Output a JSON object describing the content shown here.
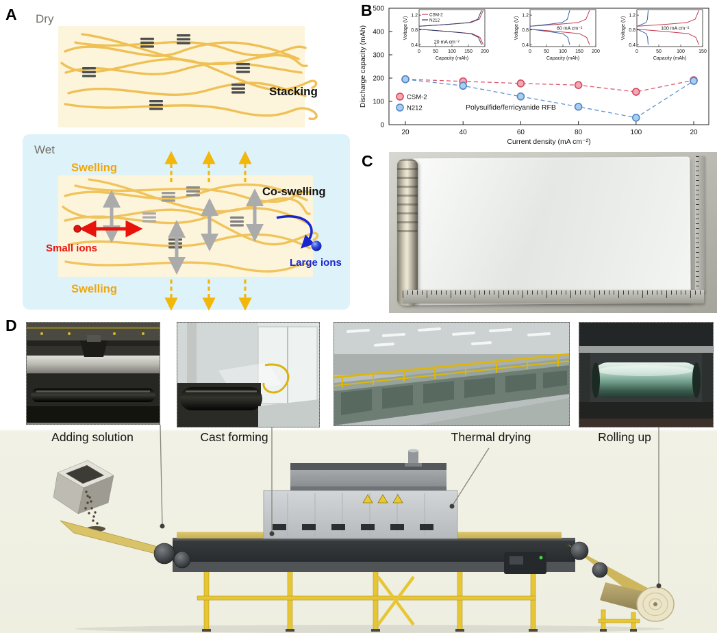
{
  "figure": {
    "panel_a": {
      "label": "A",
      "dry": "Dry",
      "wet": "Wet",
      "stacking": "Stacking",
      "swelling_top": "Swelling",
      "co_swelling": "Co-swelling",
      "small_ions": "Small ions",
      "large_ions": "Large ions",
      "swelling_bottom": "Swelling"
    },
    "panel_b": {
      "label": "B"
    },
    "panel_c": {
      "label": "C"
    },
    "panel_d": {
      "label": "D",
      "steps": [
        "Adding solution",
        "Cast forming",
        "Thermal drying",
        "Rolling up"
      ]
    }
  },
  "chart_data": {
    "type": "scatter",
    "xlabel": "Current density (mA cm⁻²)",
    "ylabel": "Discharge capacity (mAh)",
    "x_tick_labels": [
      "20",
      "40",
      "60",
      "80",
      "100",
      "20"
    ],
    "ylim": [
      0,
      500
    ],
    "yticks": [
      "0",
      "100",
      "200",
      "300",
      "400",
      "500"
    ],
    "annotation": "Polysulfide/ferricyanide RFB",
    "grid": false,
    "legend_position": "lower-left",
    "series": [
      {
        "name": "CSM-2",
        "color": "#d6455d",
        "fill": "#f2a9b4",
        "values": [
          195,
          186,
          177,
          170,
          141,
          191
        ]
      },
      {
        "name": "N212",
        "color": "#4f86c6",
        "fill": "#aacdee",
        "values": [
          195,
          167,
          121,
          77,
          30,
          188
        ]
      }
    ],
    "insets": [
      {
        "label": "20 mA cm⁻²",
        "xlabel": "Capacity (mAh)",
        "ylabel": "Voltage (V)",
        "x_ticks": [
          "0",
          "50",
          "100",
          "150",
          "200"
        ],
        "xmax": 200,
        "y_ticks": [
          "0.4",
          "0.8",
          "1.2"
        ],
        "ylim": [
          0.35,
          1.35
        ],
        "show_legend": true,
        "series": [
          {
            "name": "CSM-2",
            "color": "#c4394f",
            "capacity": 197
          },
          {
            "name": "N212",
            "color": "#2b3f66",
            "capacity": 192
          }
        ]
      },
      {
        "label": "60 mA cm⁻²",
        "xlabel": "Capacity (mAh)",
        "ylabel": "Voltage (V)",
        "x_ticks": [
          "0",
          "50",
          "100",
          "150",
          "200"
        ],
        "xmax": 200,
        "y_ticks": [
          "0.4",
          "0.8",
          "1.2"
        ],
        "ylim": [
          0.35,
          1.35
        ],
        "show_legend": false,
        "series": [
          {
            "name": "CSM-2",
            "color": "#c4394f",
            "capacity": 183
          },
          {
            "name": "N212",
            "color": "#3a5fa8",
            "capacity": 122
          }
        ]
      },
      {
        "label": "100 mA cm⁻²",
        "xlabel": "Capacity (mAh)",
        "ylabel": "Voltage (V)",
        "x_ticks": [
          "0",
          "50",
          "100",
          "150"
        ],
        "xmax": 150,
        "y_ticks": [
          "0.4",
          "0.8",
          "1.2"
        ],
        "ylim": [
          0.35,
          1.35
        ],
        "show_legend": false,
        "series": [
          {
            "name": "CSM-2",
            "color": "#c4394f",
            "capacity": 143
          },
          {
            "name": "N212",
            "color": "#3a5fa8",
            "capacity": 26
          }
        ]
      }
    ]
  }
}
